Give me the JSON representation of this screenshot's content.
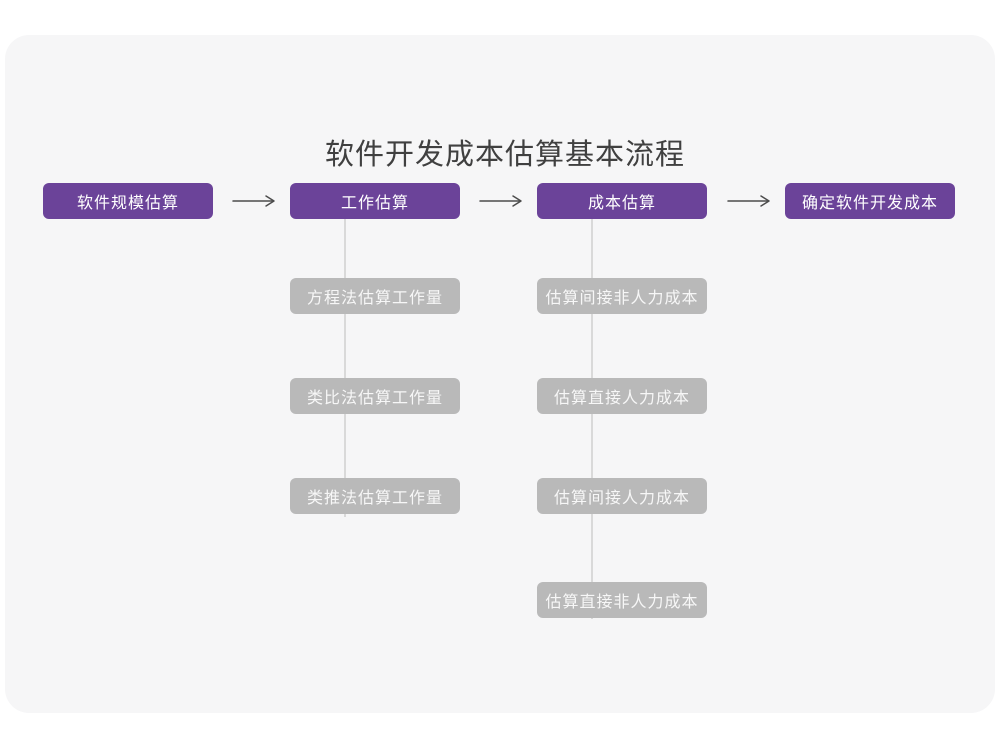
{
  "title": "软件开发成本估算基本流程",
  "colors": {
    "background": "#ffffff",
    "card": "#f6f6f7",
    "primary": "#6b4399",
    "primary_text": "#ffffff",
    "secondary": "#b9b9b9",
    "secondary_text": "#f7f7f7",
    "connector": "#d9d9d9",
    "arrow": "#4c4c4c",
    "title_text": "#404040"
  },
  "flow": {
    "main_steps": [
      {
        "label": "软件规模估算"
      },
      {
        "label": "工作估算"
      },
      {
        "label": "成本估算"
      },
      {
        "label": "确定软件开发成本"
      }
    ],
    "sub_steps": {
      "work_estimation": [
        "方程法估算工作量",
        "类比法估算工作量",
        "类推法估算工作量"
      ],
      "cost_estimation": [
        "估算间接非人力成本",
        "估算直接人力成本",
        "估算间接人力成本",
        "估算直接非人力成本"
      ]
    }
  }
}
